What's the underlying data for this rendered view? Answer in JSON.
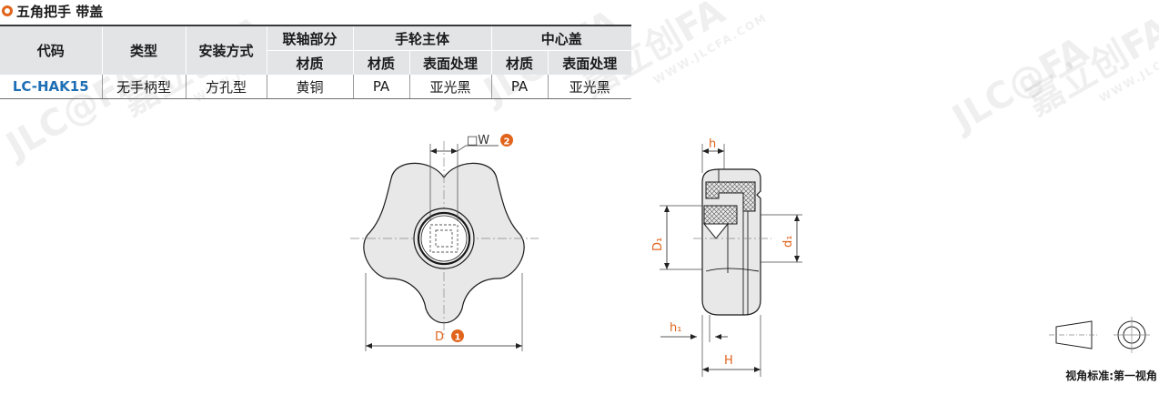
{
  "title": "五角把手 带盖",
  "table": {
    "headers": {
      "code": "代码",
      "type": "类型",
      "mounting": "安装方式",
      "shaft_connection": "联轴部分",
      "handwheel_body": "手轮主体",
      "center_cap": "中心盖",
      "material": "材质",
      "surface_treatment": "表面处理"
    },
    "rows": [
      {
        "code": "LC-HAK15",
        "type": "无手柄型",
        "mounting": "方孔型",
        "shaft_material": "黄铜",
        "body_material": "PA",
        "body_surface": "亚光黑",
        "cap_material": "PA",
        "cap_surface": "亚光黑"
      }
    ]
  },
  "watermarks": {
    "brand": "JLC@FA",
    "cn": "嘉立创FA",
    "url": "WWW.JLCFA.COM"
  },
  "drawing": {
    "labels": {
      "square_w": "□W",
      "d": "D",
      "h": "h",
      "h1": "h₁",
      "D1": "D₁",
      "d1": "d₁",
      "H": "H"
    },
    "markers": {
      "w_marker": "2",
      "d_marker": "1"
    },
    "marker_color": "#e0641c",
    "dimension_color": "#e0641c",
    "projection_label": "视角标准:第一视角"
  }
}
